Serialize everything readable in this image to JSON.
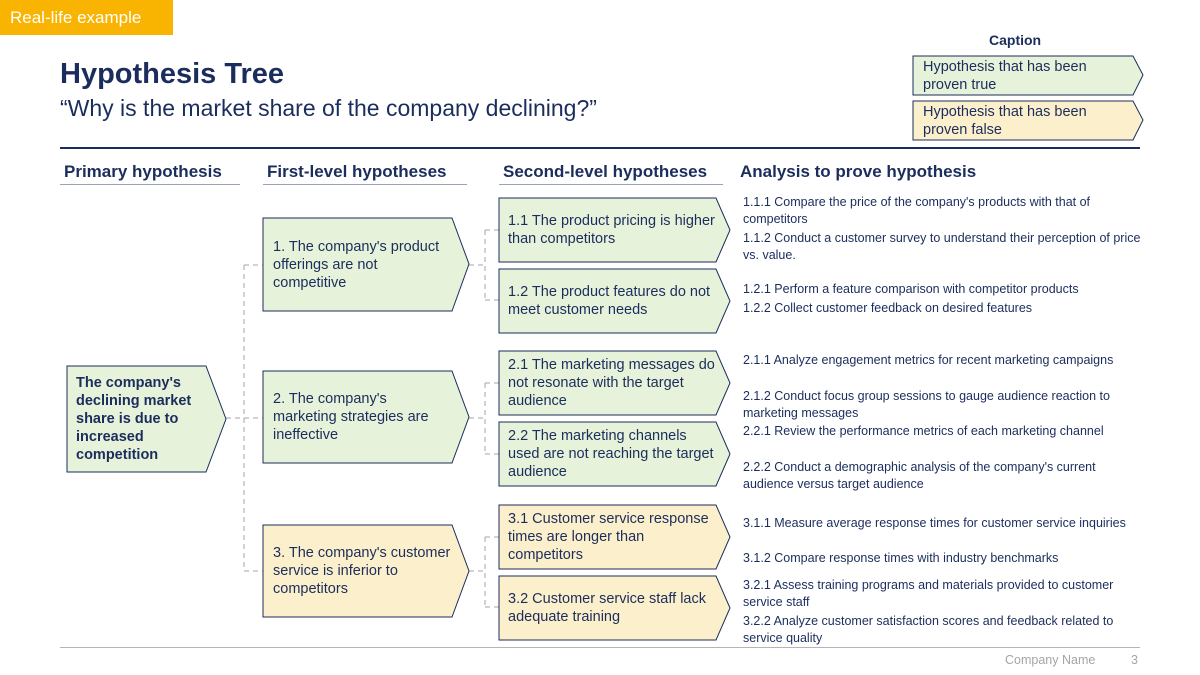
{
  "tag": "Real-life example",
  "title": "Hypothesis Tree",
  "subtitle": "“Why is the market share of the company declining?”",
  "legend": {
    "heading": "Caption",
    "items": [
      {
        "label": "Hypothesis that has been proven true",
        "status": "true"
      },
      {
        "label": "Hypothesis that has been proven false",
        "status": "false"
      }
    ]
  },
  "colors": {
    "proven_true": "#e6f2d9",
    "proven_false": "#fcf0cc",
    "border": "#1b2d5c",
    "connector": "#a6a6a6",
    "tag": "#f8b400"
  },
  "columns": [
    "Primary hypothesis",
    "First-level hypotheses",
    "Second-level hypotheses",
    "Analysis to prove hypothesis"
  ],
  "primary": {
    "label": "The company's declining market share is due to increased competition",
    "status": "true"
  },
  "first_level": [
    {
      "label": "1. The company's product offerings are not competitive",
      "status": "true"
    },
    {
      "label": "2. The company's marketing strategies are ineffective",
      "status": "true"
    },
    {
      "label": "3. The company's customer service is inferior to competitors",
      "status": "false"
    }
  ],
  "second_level": [
    {
      "label": "1.1 The product pricing is higher than competitors",
      "status": "true"
    },
    {
      "label": "1.2 The product features do not meet customer needs",
      "status": "true"
    },
    {
      "label": "2.1 The marketing messages do not resonate with the target audience",
      "status": "true"
    },
    {
      "label": "2.2 The marketing channels used are not reaching the target audience",
      "status": "true"
    },
    {
      "label": "3.1 Customer service response times are longer than competitors",
      "status": "false"
    },
    {
      "label": "3.2 Customer service staff lack adequate training",
      "status": "false"
    }
  ],
  "analysis": [
    "1.1.1 Compare the price of the company's products with that of competitors",
    "1.1.2 Conduct a customer survey to understand their perception of price vs. value.",
    "1.2.1 Perform a feature comparison with competitor products",
    "1.2.2 Collect customer feedback on desired features",
    "2.1.1 Analyze engagement metrics for recent marketing campaigns",
    "2.1.2 Conduct focus group sessions to gauge audience reaction to marketing messages",
    "2.2.1 Review the performance metrics of each marketing channel",
    "2.2.2 Conduct a demographic analysis of the company's current audience versus target audience",
    "3.1.1 Measure average response times for customer service inquiries",
    "3.1.2 Compare response times with industry benchmarks",
    "3.2.1 Assess training programs and materials provided to customer service staff",
    "3.2.2 Analyze customer satisfaction scores and feedback related to service quality"
  ],
  "footer": {
    "company": "Company Name",
    "page": "3"
  }
}
